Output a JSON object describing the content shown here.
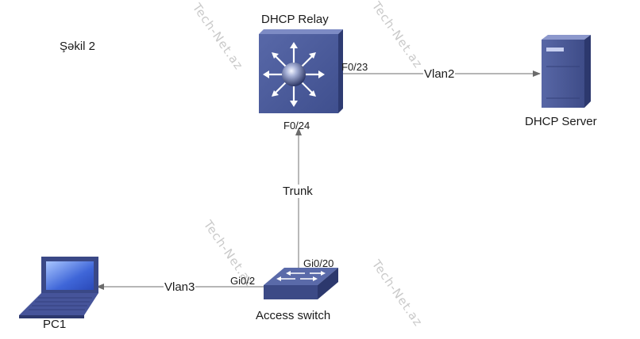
{
  "caption": "Şəkil 2",
  "watermark": "Tech-Net.az",
  "nodes": {
    "relay": {
      "label": "DHCP Relay"
    },
    "server": {
      "label": "DHCP Server"
    },
    "access_switch": {
      "label": "Access switch"
    },
    "pc": {
      "label": "PC1"
    }
  },
  "ports": {
    "relay_to_server": "F0/23",
    "relay_to_switch": "F0/24",
    "switch_to_relay": "Gi0/20",
    "switch_to_pc": "Gi0/2"
  },
  "links": {
    "relay_server": "Vlan2",
    "switch_relay": "Trunk",
    "switch_pc": "Vlan3"
  },
  "colors": {
    "device_blue": "#4a5b9a",
    "device_dark": "#2e3b72",
    "line": "#8a8a8a",
    "watermark": "#c9c9c9"
  }
}
